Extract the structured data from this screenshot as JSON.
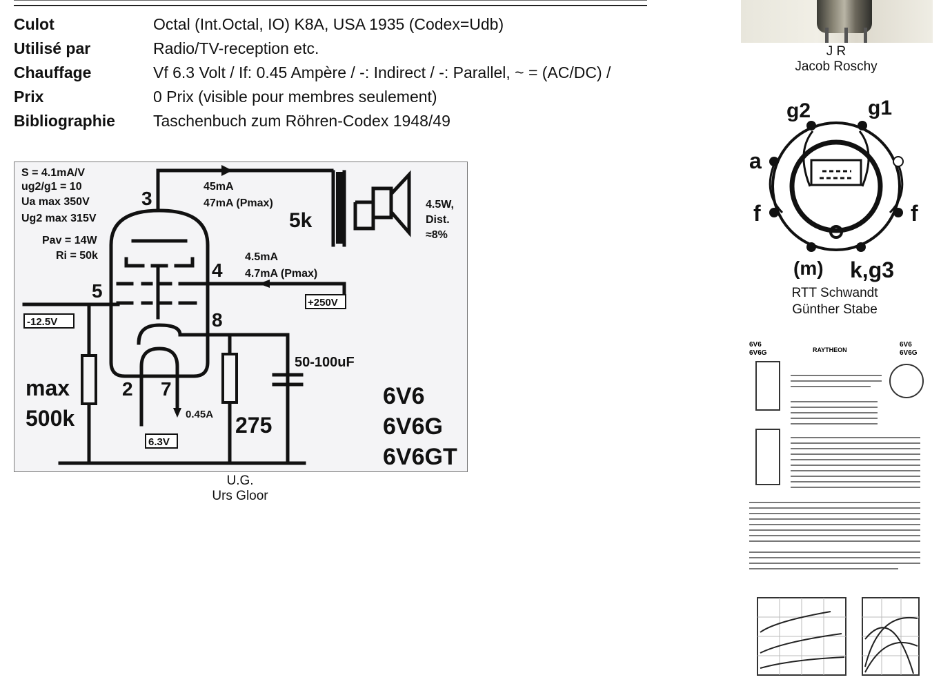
{
  "info_rows": [
    {
      "label": "Culot",
      "value": "Octal (Int.Octal, IO) K8A, USA 1935 (Codex=Udb)"
    },
    {
      "label": "Utilisé par",
      "value": "Radio/TV-reception etc."
    },
    {
      "label": "Chauffage",
      "value": "Vf 6.3 Volt / If: 0.45 Ampère / -: Indirect / -: Parallel, ~ = (AC/DC) /"
    },
    {
      "label": "Prix",
      "value": "0 Prix (visible pour membres seulement)"
    },
    {
      "label": "Bibliographie",
      "value": "Taschenbuch zum Röhren-Codex 1948/49"
    }
  ],
  "schematic": {
    "specs": [
      "S = 4.1mA/V",
      "ug2/g1 = 10",
      "Ua max 350V",
      "Ug2 max 315V"
    ],
    "pav": "Pav = 14W",
    "ri": "Ri = 50k",
    "pin3": "3",
    "pin4": "4",
    "pin5": "5",
    "pin8": "8",
    "pin2": "2",
    "pin7": "7",
    "anode_current": "45mA",
    "anode_current_pmax": "47mA (Pmax)",
    "transformer": "5k",
    "speaker": [
      "4.5W,",
      "Dist.",
      "≈8%"
    ],
    "screen_current": "4.5mA",
    "screen_current_pmax": "4.7mA (Pmax)",
    "supply": "+250V",
    "grid_bias": "-12.5V",
    "capacitor": "50-100uF",
    "grid_resistor": [
      "max",
      "500k"
    ],
    "cathode_resistor": "275",
    "heater_current": "0.45A",
    "heater_voltage": "6.3V",
    "tube_types": [
      "6V6",
      "6V6G",
      "6V6GT"
    ]
  },
  "captions": {
    "schematic_initials": "U.G.",
    "schematic_author": "Urs Gloor",
    "photo_initials": "J R",
    "photo_author": "Jacob Roschy",
    "pinout_source": "RTT Schwandt",
    "pinout_author": "Günther Stabe"
  },
  "pinout": {
    "g2": "g2",
    "g1": "g1",
    "a": "a",
    "f_left": "f",
    "f_right": "f",
    "m": "(m)",
    "kg3": "k,g3"
  },
  "datasheet": {
    "left_code": [
      "6V6",
      "6V6G"
    ],
    "right_code": [
      "6V6",
      "6V6G"
    ],
    "brand": "RAYTHEON"
  }
}
